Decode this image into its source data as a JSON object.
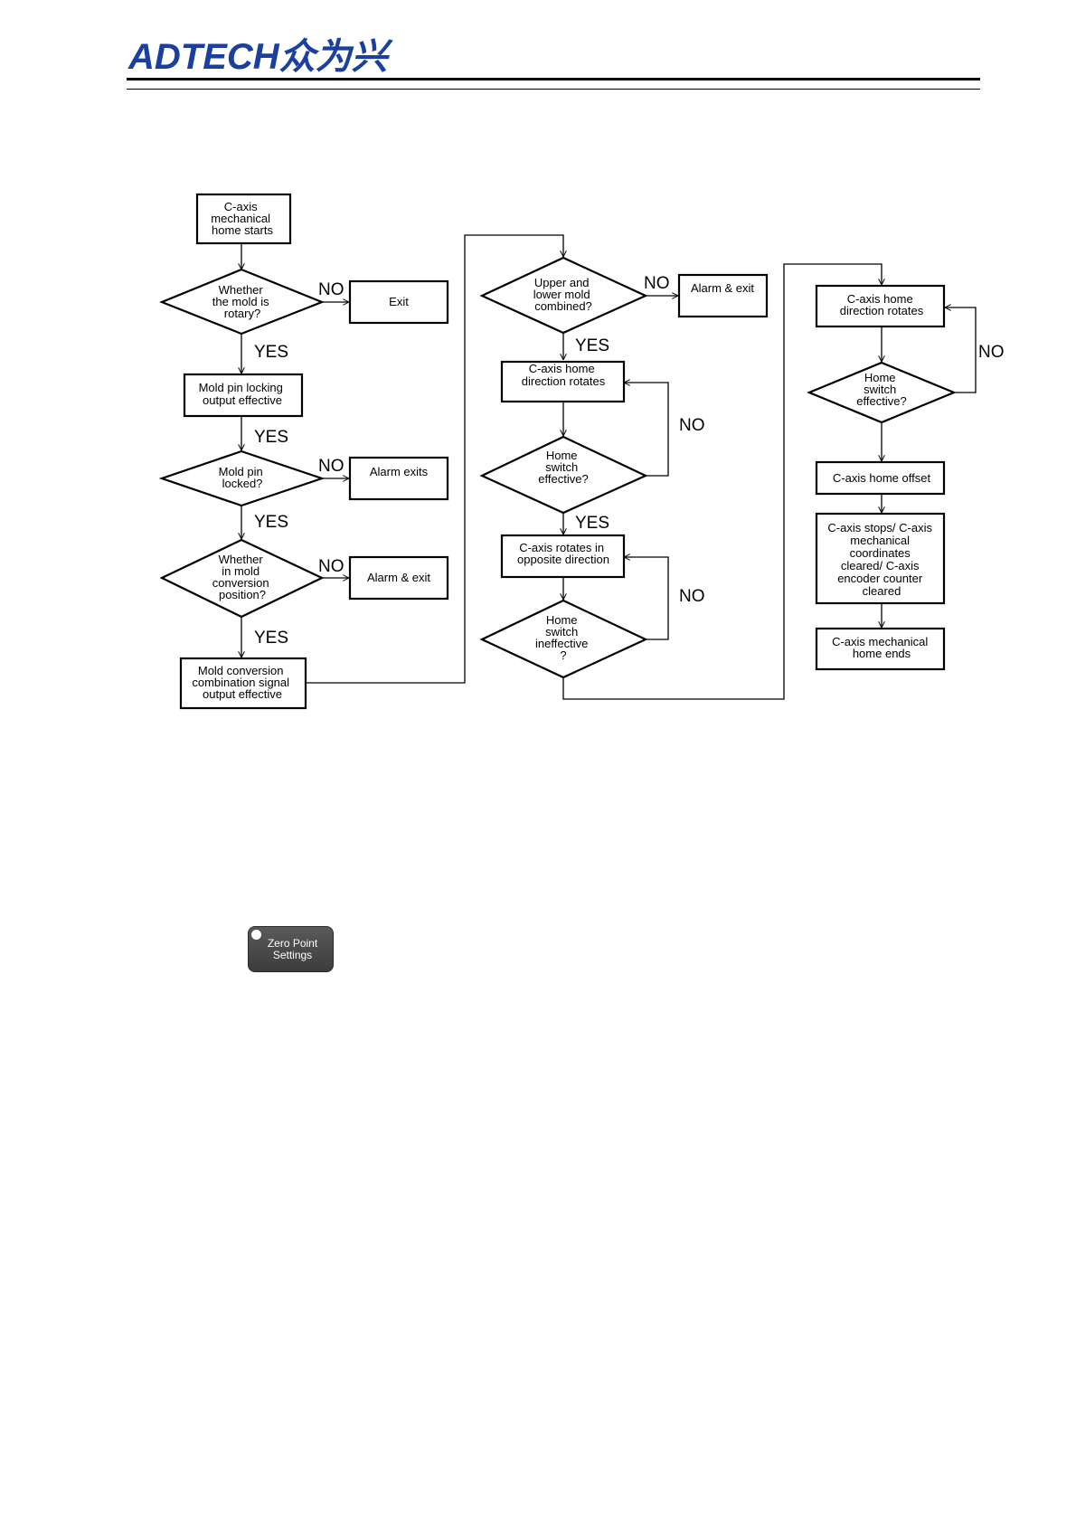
{
  "header": {
    "logo_text": "ADTECH众为兴"
  },
  "flowchart": {
    "nodes": {
      "start": [
        "C-axis",
        "mechanical",
        "home starts"
      ],
      "rotary_check": [
        "Whether",
        "the mold is",
        "rotary?"
      ],
      "exit": [
        "Exit"
      ],
      "pin_locking_output": [
        "Mold pin locking",
        "output effective"
      ],
      "pin_locked_check": [
        "Mold pin",
        "locked?"
      ],
      "alarm_exits": [
        "Alarm exits"
      ],
      "conversion_position_check": [
        "Whether",
        "in mold",
        "conversion",
        "position?"
      ],
      "alarm_exit_1": [
        "Alarm & exit"
      ],
      "conversion_signal_output": [
        "Mold conversion",
        "combination signal",
        "output effective"
      ],
      "mold_combined_check": [
        "Upper and",
        "lower mold",
        "combined?"
      ],
      "alarm_exit_2": [
        "Alarm & exit"
      ],
      "home_direction_rotates_1": [
        "C-axis home",
        "direction rotates"
      ],
      "home_switch_effective_1": [
        "Home",
        "switch",
        "effective?"
      ],
      "opposite_direction": [
        "C-axis rotates in",
        "opposite direction"
      ],
      "home_switch_ineffective": [
        "Home",
        "switch",
        "ineffective",
        "?"
      ],
      "home_direction_rotates_2": [
        "C-axis home",
        "direction rotates"
      ],
      "home_switch_effective_2": [
        "Home",
        "switch",
        "effective?"
      ],
      "home_offset": [
        "C-axis home offset"
      ],
      "stops_cleared": [
        "C-axis stops/ C-axis",
        "mechanical",
        "coordinates",
        "cleared/ C-axis",
        "encoder counter",
        "cleared"
      ],
      "home_ends": [
        "C-axis mechanical",
        "home ends"
      ]
    },
    "labels": {
      "yes": "YES",
      "no": "NO"
    }
  },
  "button": {
    "line1": "Zero Point",
    "line2": "Settings"
  }
}
